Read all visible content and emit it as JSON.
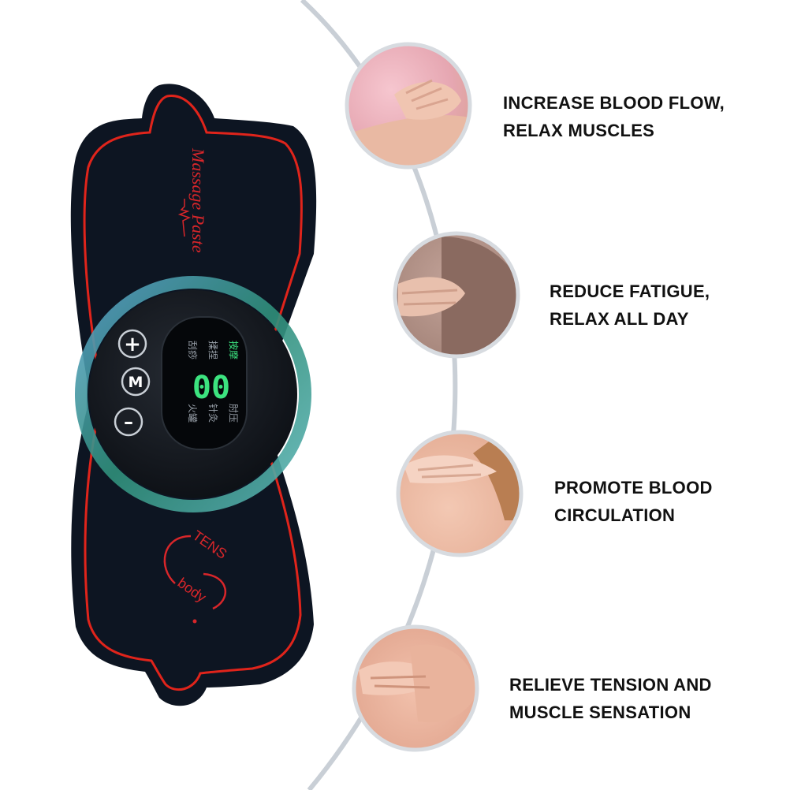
{
  "device": {
    "brand_text": "Massage Paste",
    "logo_text": "TENS",
    "logo_subtext": "body",
    "display_digits": "00",
    "buttons": {
      "plus": "+",
      "mode": "M",
      "minus": "–"
    },
    "modes_left": [
      "揉捏",
      "刮痧"
    ],
    "modes_center": [
      "按摩",
      "针灸",
      "火罐"
    ],
    "mode_right": "肘压",
    "active_mode": "按摩",
    "colors": {
      "pad": "#0d1522",
      "outline": "#e0241b",
      "ring": "#3ba5a0",
      "digits": "#3ce37f",
      "active_mode": "#3ce37f"
    }
  },
  "benefits": [
    {
      "lines": [
        "INCREASE BLOOD FLOW,",
        "RELAX MUSCLES"
      ],
      "photo": "shoulder-massage-photo"
    },
    {
      "lines": [
        "REDUCE FATIGUE,",
        "RELAX ALL DAY"
      ],
      "photo": "neck-massage-photo"
    },
    {
      "lines": [
        "PROMOTE BLOOD",
        "CIRCULATION"
      ],
      "photo": "back-massage-photo"
    },
    {
      "lines": [
        "RELIEVE TENSION AND",
        "MUSCLE SENSATION"
      ],
      "photo": "foot-massage-photo"
    }
  ]
}
